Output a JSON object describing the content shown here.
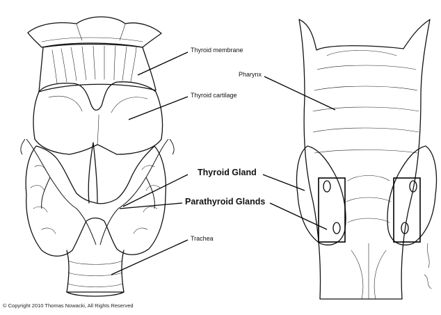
{
  "labels": {
    "thyroid_membrane": "Thyroid membrane",
    "thyroid_cartilage": "Thyroid cartilage",
    "thyroid_gland": "Thyroid Gland",
    "parathyroid_glands": "Parathyroid Glands",
    "trachea": "Trachea",
    "pharynx": "Pharynx"
  },
  "copyright": "© Copyright 2010 Thomas Nowacki, All Rights Reserved"
}
